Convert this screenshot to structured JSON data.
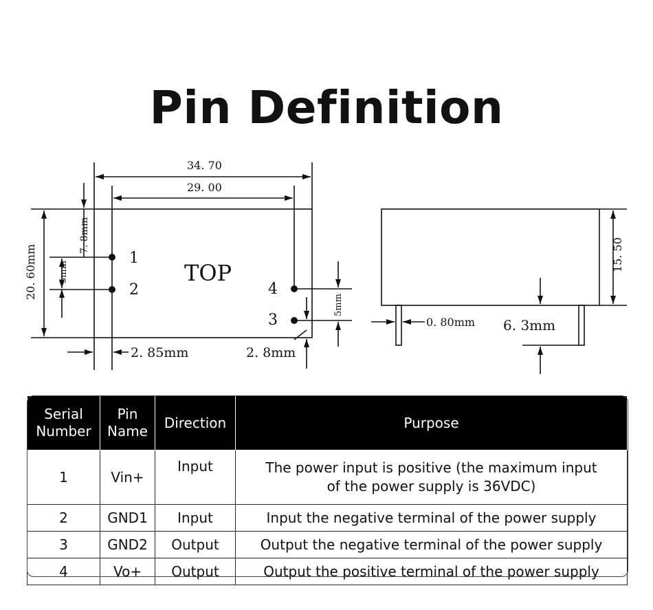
{
  "title": "Pin Definition",
  "drawing": {
    "top_label": "TOP",
    "pins": [
      "1",
      "2",
      "3",
      "4"
    ],
    "dimensions": {
      "overall_length": "34. 70",
      "pin_spacing_length": "29. 00",
      "overall_height": "20. 60mm",
      "pin1_offset": "7. 8mm",
      "pin12_spacing": "5mm",
      "pin34_spacing": "5mm",
      "left_offset": "2. 85mm",
      "right_offset": "2. 8mm",
      "body_height": "15. 50",
      "pin_width": "0. 80mm",
      "pin_length": "6. 3mm"
    }
  },
  "table": {
    "headers": [
      {
        "line1": "Serial",
        "line2": "Number"
      },
      {
        "line1": "Pin",
        "line2": "Name"
      },
      {
        "line1": "Direction",
        "line2": ""
      },
      {
        "line1": "Purpose",
        "line2": ""
      }
    ],
    "rows": [
      {
        "serial": "1",
        "pin": "Vin+",
        "direction": "Input",
        "purpose": "The power input is positive (the maximum input of the power supply is 36VDC)"
      },
      {
        "serial": "2",
        "pin": "GND1",
        "direction": "Input",
        "purpose": "Input the negative terminal of the power supply"
      },
      {
        "serial": "3",
        "pin": "GND2",
        "direction": "Output",
        "purpose": "Output the negative terminal of the power supply"
      },
      {
        "serial": "4",
        "pin": "Vo+",
        "direction": "Output",
        "purpose": "Output the positive terminal of the power supply"
      }
    ]
  }
}
